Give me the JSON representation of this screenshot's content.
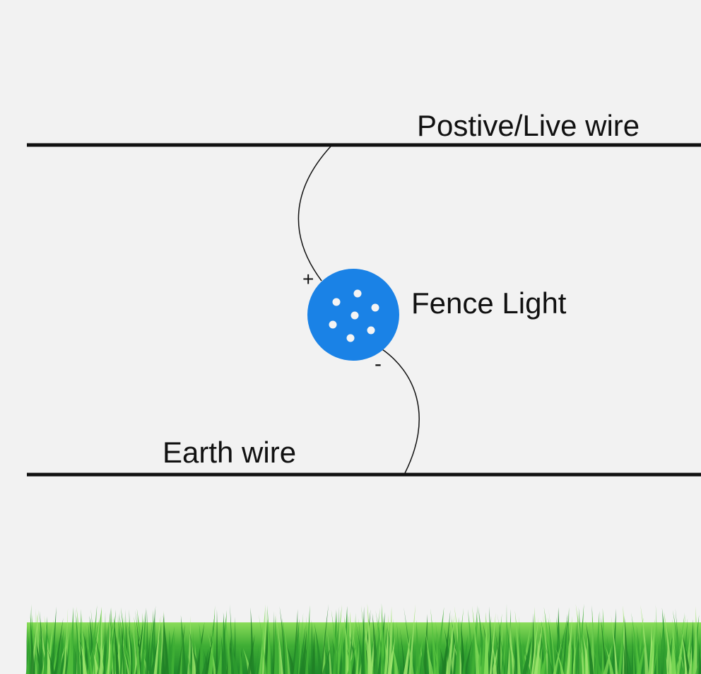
{
  "diagram": {
    "live_wire_label": "Postive/Live wire",
    "earth_wire_label": "Earth wire",
    "light_label": "Fence Light",
    "positive_symbol": "+",
    "negative_symbol": "-",
    "light_icon": "led-light-icon",
    "grass_icon": "grass-icon"
  },
  "colors": {
    "background": "#f2f2f2",
    "wire": "#111111",
    "light": "#1a82e6",
    "light_dots": "#f4f4f4",
    "grass_dark": "#2f9e2f",
    "grass_light": "#7ed957"
  }
}
